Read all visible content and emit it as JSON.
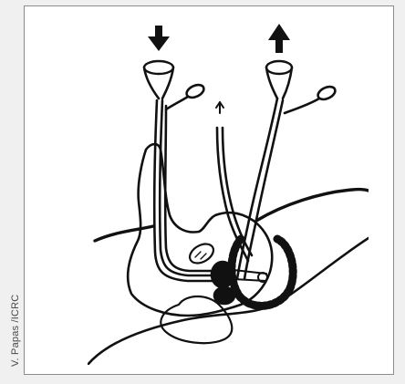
{
  "figure": {
    "credit": "V. Papas /ICRC",
    "arrows": {
      "left_tube": "down",
      "right_tube": "up"
    },
    "colors": {
      "ink": "#111111",
      "paper": "#ffffff",
      "frame": "#8c8c8c",
      "background": "#f0f0f0"
    }
  }
}
